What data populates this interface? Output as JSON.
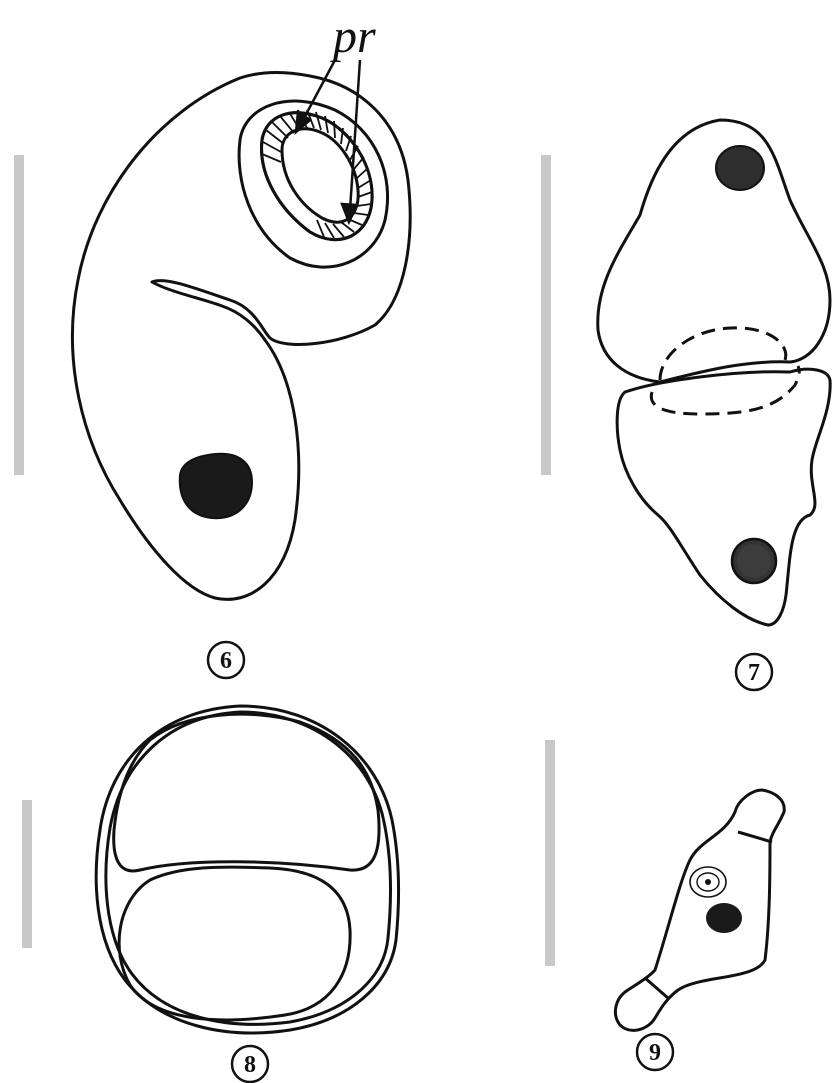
{
  "annotation": {
    "pr": "pr"
  },
  "figures": [
    {
      "id": "6",
      "label": "6"
    },
    {
      "id": "7",
      "label": "7"
    },
    {
      "id": "8",
      "label": "8"
    },
    {
      "id": "9",
      "label": "9"
    }
  ],
  "colors": {
    "outline": "#111111",
    "nucleus": "#1a1a1a",
    "nucleus_grey": "#333333",
    "scale_bar": "#c8c8c8"
  }
}
